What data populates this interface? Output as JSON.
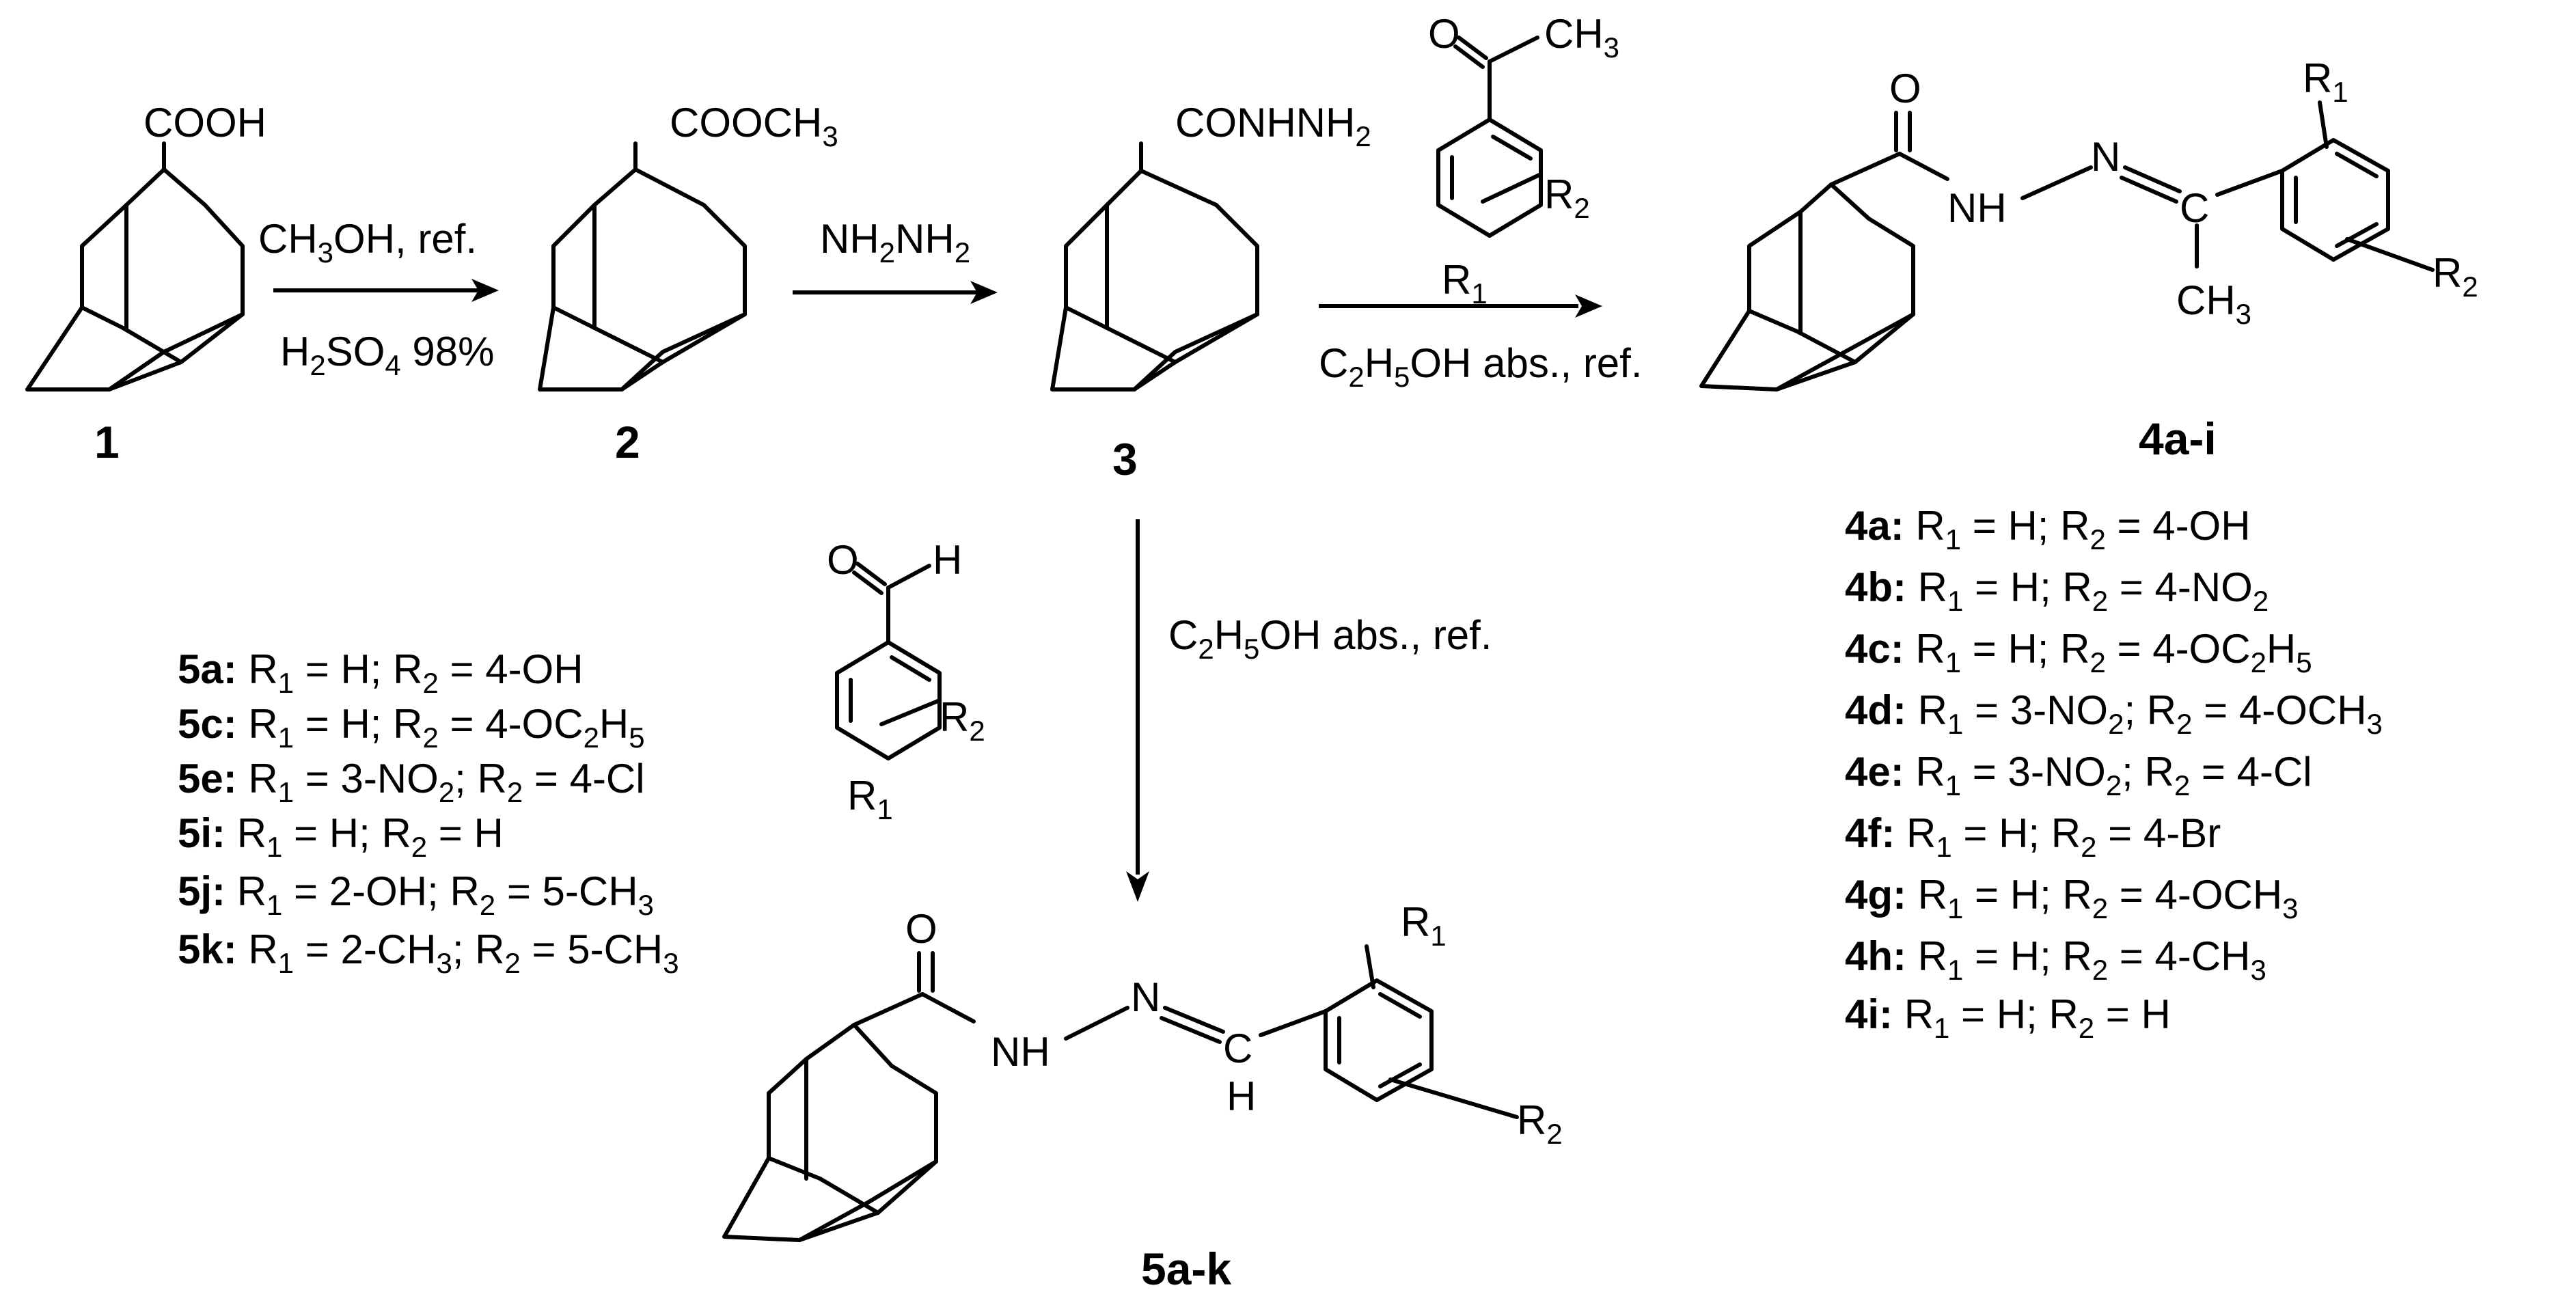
{
  "compounds": {
    "c1": "1",
    "c2": "2",
    "c3": "3",
    "c4": "4a-i",
    "c5": "5a-k"
  },
  "groups": {
    "cooh": "COOH",
    "cooch3": "COOCH3",
    "conhnh2": "CONHNH2",
    "ch3": "CH3",
    "h": "H",
    "nh": "NH",
    "n": "N",
    "c": "C",
    "o": "O",
    "r1": "R1",
    "r2": "R2"
  },
  "reagents": {
    "step1_top": "CH3OH, ref.",
    "step1_bottom": "H2SO4 98%",
    "step2_top": "NH2NH2",
    "step3_bottom": "C2H5OH abs., ref.",
    "step4_right": "C2H5OH abs., ref."
  },
  "substituents_4": [
    {
      "id": "4a:",
      "text": "R1 = H; R2 = 4-OH"
    },
    {
      "id": "4b:",
      "text": "R1 = H; R2 = 4-NO2"
    },
    {
      "id": "4c:",
      "text": "R1 = H; R2 = 4-OC2H5"
    },
    {
      "id": "4d:",
      "text": "R1 = 3-NO2; R2 = 4-OCH3"
    },
    {
      "id": "4e:",
      "text": "R1 = 3-NO2; R2 = 4-Cl"
    },
    {
      "id": "4f:",
      "text": "R1 = H; R2 = 4-Br"
    },
    {
      "id": "4g:",
      "text": "R1 = H; R2 = 4-OCH3"
    },
    {
      "id": "4h:",
      "text": "R1 = H; R2 = 4-CH3"
    },
    {
      "id": "4i:",
      "text": "R1 = H; R2 = H"
    }
  ],
  "substituents_5": [
    {
      "id": "5a:",
      "text": "R1 = H; R2 = 4-OH"
    },
    {
      "id": "5c:",
      "text": "R1 = H; R2 = 4-OC2H5"
    },
    {
      "id": "5e:",
      "text": "R1 = 3-NO2; R2 = 4-Cl"
    },
    {
      "id": "5i:",
      "text": "R1 = H; R2 = H"
    },
    {
      "id": "5j:",
      "text": "R1 = 2-OH; R2 = 5-CH3"
    },
    {
      "id": "5k:",
      "text": "R1 = 2-CH3; R2 = 5-CH3"
    }
  ]
}
